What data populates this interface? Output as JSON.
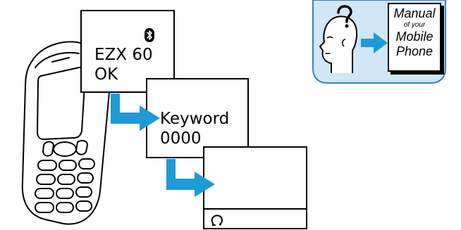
{
  "screen1": {
    "line1": "EZX 60",
    "line2": "OK"
  },
  "screen2": {
    "line1": "Keyword",
    "line2": "0000"
  },
  "manual_badge": {
    "line1": "Manual",
    "line2": "of your",
    "line3": "Mobile",
    "line4": "Phone"
  },
  "icons": {
    "bluetooth": "bluetooth-icon",
    "headset": "headset-icon",
    "head_question": "head-question-icon"
  },
  "colors": {
    "arrow_blue": "#1e9ad6",
    "badge_fill": "#cfe7f6",
    "badge_border": "#3a7fc0",
    "ink": "#000000"
  }
}
